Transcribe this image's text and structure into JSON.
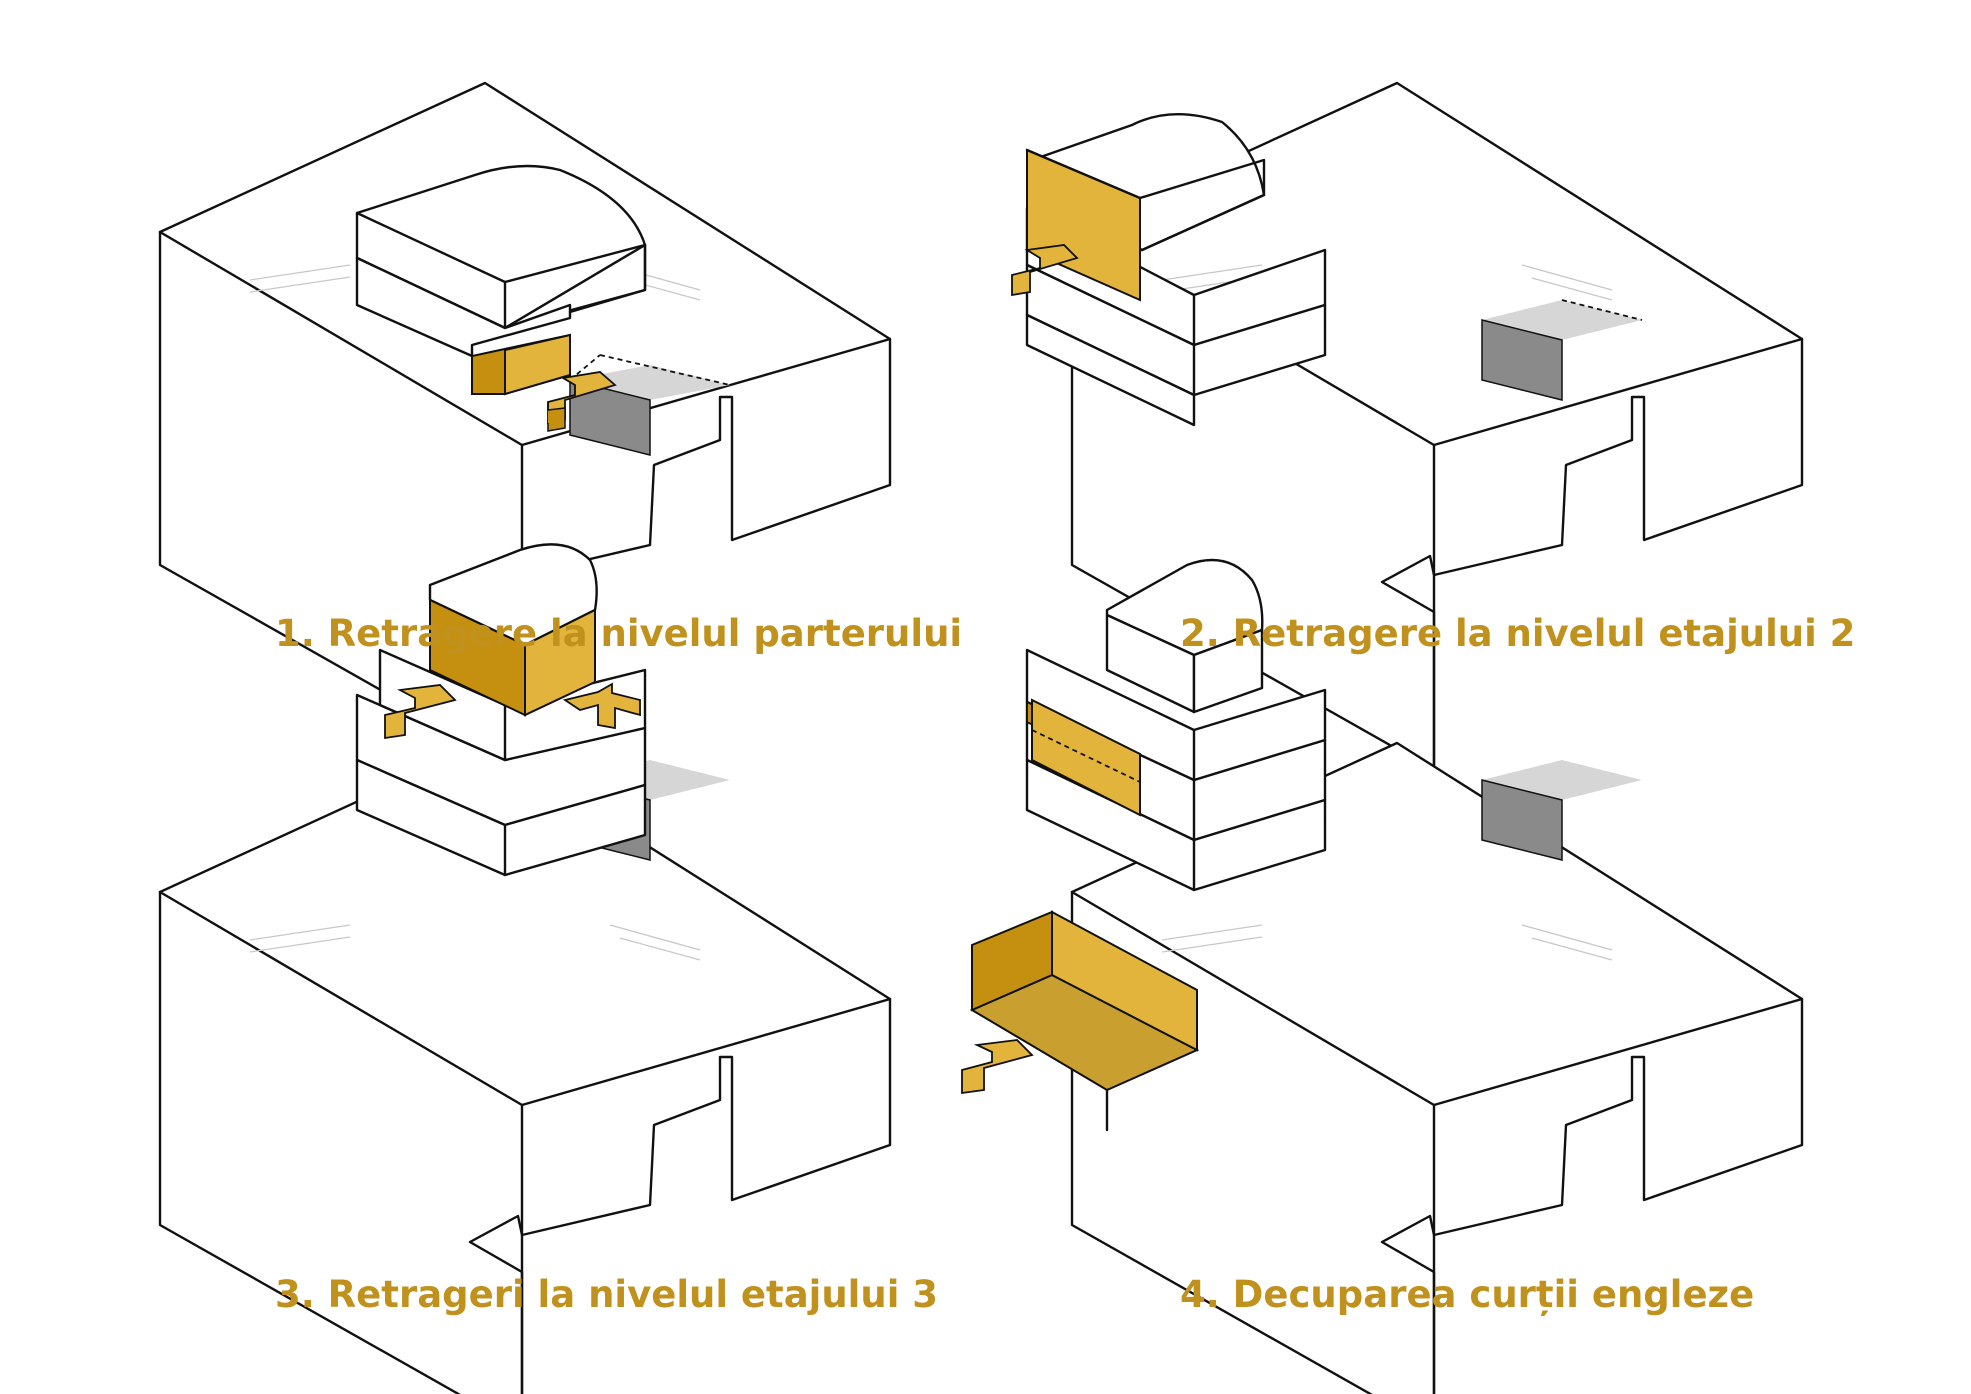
{
  "colors": {
    "accent": "#e3b43c",
    "accent_dark": "#c58f0f",
    "accent_mid": "#c9a030",
    "caption": "#c0921d",
    "shade_light": "#d6d6d6",
    "shade_dark": "#8a8a8a"
  },
  "panels": [
    {
      "caption": "1. Retragere la nivelul parterului"
    },
    {
      "caption": "2.  Retragere la nivelul etajului 2"
    },
    {
      "caption": "3. Retrageri la nivelul etajului 3"
    },
    {
      "caption": "4. Decuparea curții engleze"
    }
  ]
}
